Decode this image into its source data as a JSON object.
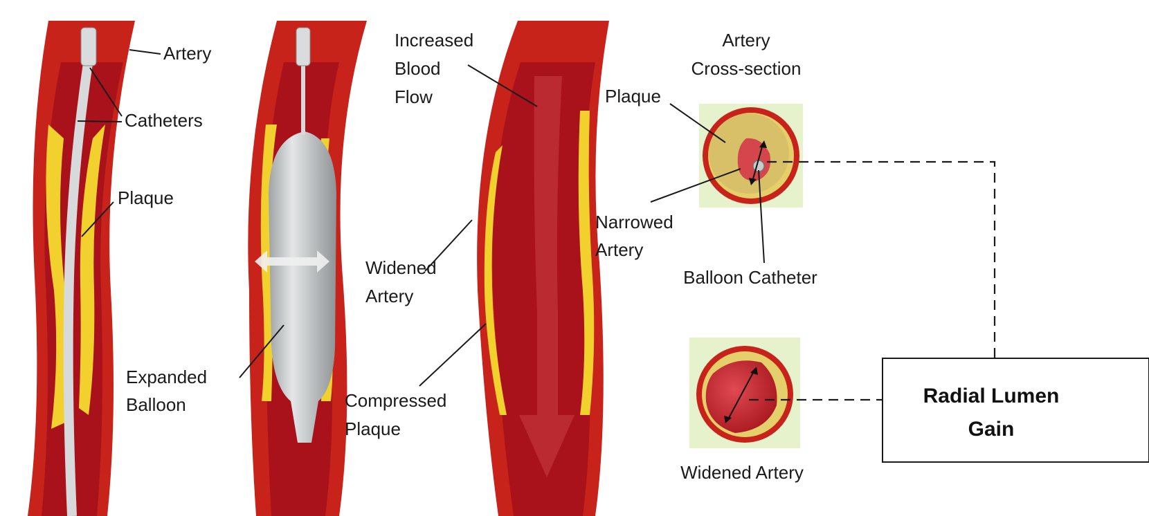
{
  "labels": {
    "artery": "Artery",
    "catheters": "Catheters",
    "plaque_left": "Plaque",
    "expanded_balloon_1": "Expanded",
    "expanded_balloon_2": "Balloon",
    "increased_flow_1": "Increased",
    "increased_flow_2": "Blood",
    "increased_flow_3": "Flow",
    "widened_artery_1": "Widened",
    "widened_artery_2": "Artery",
    "compressed_plaque_1": "Compressed",
    "compressed_plaque_2": "Plaque",
    "cross_section_title_1": "Artery",
    "cross_section_title_2": "Cross-section",
    "plaque_cross": "Plaque",
    "narrowed_artery_1": "Narrowed",
    "narrowed_artery_2": "Artery",
    "balloon_catheter": "Balloon Catheter",
    "widened_artery_bottom": "Widened Artery",
    "radial_gain_1": "Radial Lumen",
    "radial_gain_2": "Gain"
  },
  "colors": {
    "artery_wall": "#c8231b",
    "lumen": "#a9121a",
    "plaque": "#f2d12e",
    "balloon": "#c9cccd",
    "panel_bg": "#e6f2cc"
  }
}
